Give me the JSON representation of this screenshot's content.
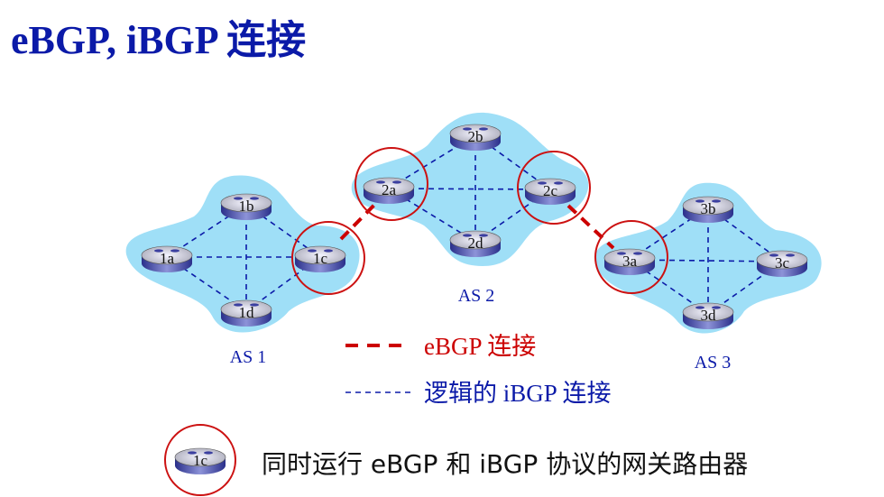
{
  "title": "eBGP, iBGP 连接",
  "colors": {
    "title": "#0b1aa8",
    "ebgp": "#cc0000",
    "ibgp": "#0b1aa8",
    "cloud": "#9fdff7"
  },
  "as_labels": {
    "as1": "AS 1",
    "as2": "AS 2",
    "as3": "AS 3"
  },
  "routers": {
    "r1a": "1a",
    "r1b": "1b",
    "r1c": "1c",
    "r1d": "1d",
    "r2a": "2a",
    "r2b": "2b",
    "r2c": "2c",
    "r2d": "2d",
    "r3a": "3a",
    "r3b": "3b",
    "r3c": "3c",
    "r3d": "3d"
  },
  "legend": {
    "ebgp_label": "eBGP 连接",
    "ibgp_label": "逻辑的 iBGP 连接",
    "gateway_router": "1c",
    "gateway_label": "同时运行 eBGP 和 iBGP 协议的网关路由器"
  }
}
